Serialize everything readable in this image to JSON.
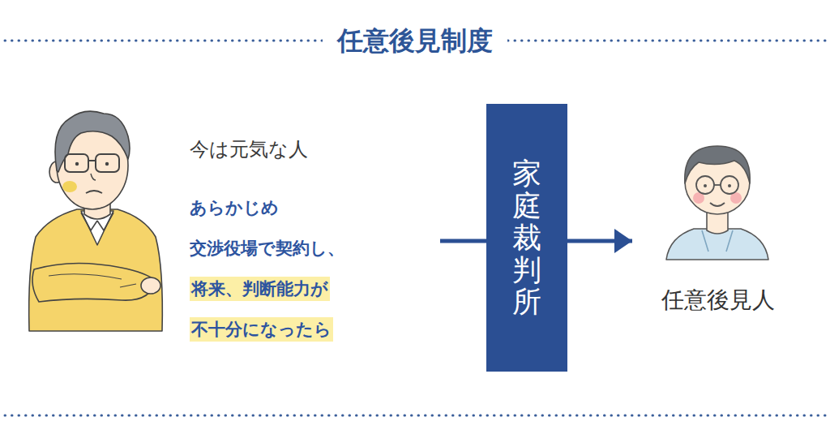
{
  "diagram": {
    "title": "任意後見制度",
    "nodes": [
      {
        "text": [
          "今は元気な人",
          "あらかじめ 交渉役場で契約し、",
          "将来、判断能力が 不十分になったら"
        ]
      },
      {
        "text": [
          "家庭裁判所"
        ]
      },
      {
        "text": [
          "任意後見人"
        ]
      }
    ],
    "edges": [
      {
        "from": 0,
        "to": 1,
        "arrow": "none"
      },
      {
        "from": 1,
        "to": 2,
        "arrow": "to"
      }
    ]
  }
}
